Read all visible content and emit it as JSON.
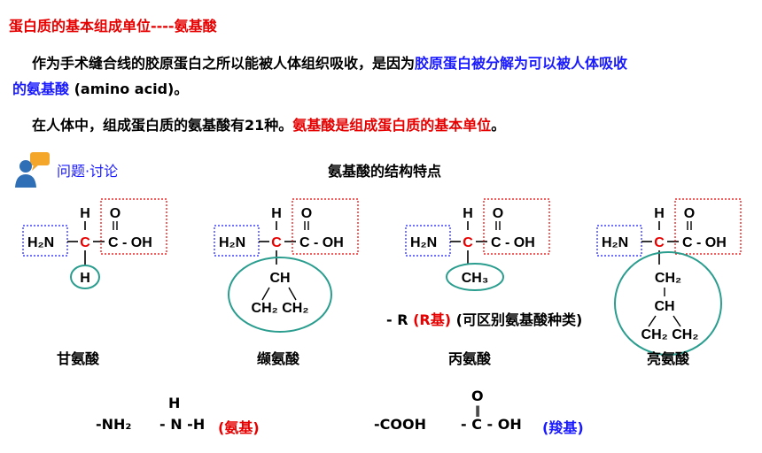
{
  "title": "蛋白质的基本组成单位----氨基酸",
  "paragraph1": {
    "part1": "作为手术缝合线的胶原蛋白之所以能被人体组织吸收，是因为",
    "highlight_line1": "胶原蛋白被分解为可以被人体吸收",
    "highlight_line2": "的氨基酸",
    "part2": " (amino  acid)。"
  },
  "paragraph2": {
    "part1": "在人体中，组成蛋白质的氨基酸有21种。",
    "highlight": "氨基酸是组成蛋白质的基本单位",
    "end": "。"
  },
  "discussion_label": "问题·讨论",
  "structure_heading": "氨基酸的结构特点",
  "r_group": {
    "prefix": "- R ",
    "label": "(R基)",
    "suffix": " (可区别氨基酸种类)"
  },
  "formula": {
    "h": "H",
    "o": "O",
    "h2n": "H₂N",
    "c": "C",
    "cooh_tail": "C - OH",
    "gly_r": "H",
    "val_r1": "CH",
    "val_r2": "CH₂ CH₂",
    "ala_r": "CH₃",
    "leu_r1": "CH₂",
    "leu_r2": "CH",
    "leu_r3": "CH₂ CH₂"
  },
  "amino_acids": [
    "甘氨酸",
    "缬氨酸",
    "丙氨酸",
    "亮氨酸"
  ],
  "amino": {
    "formula1": "-NH₂",
    "formula2_h": "H",
    "formula2": "- N -H",
    "label": "(氨基)"
  },
  "carboxyl": {
    "formula1": "-COOH",
    "formula2_o": "O",
    "formula2": "- C -  OH",
    "label": "(羧基)"
  },
  "colors": {
    "red": "#e60000",
    "blue": "#1a1aff",
    "teal": "#2a9d8f",
    "amine_box": "#1a1aff",
    "acid_box": "#e60000"
  }
}
